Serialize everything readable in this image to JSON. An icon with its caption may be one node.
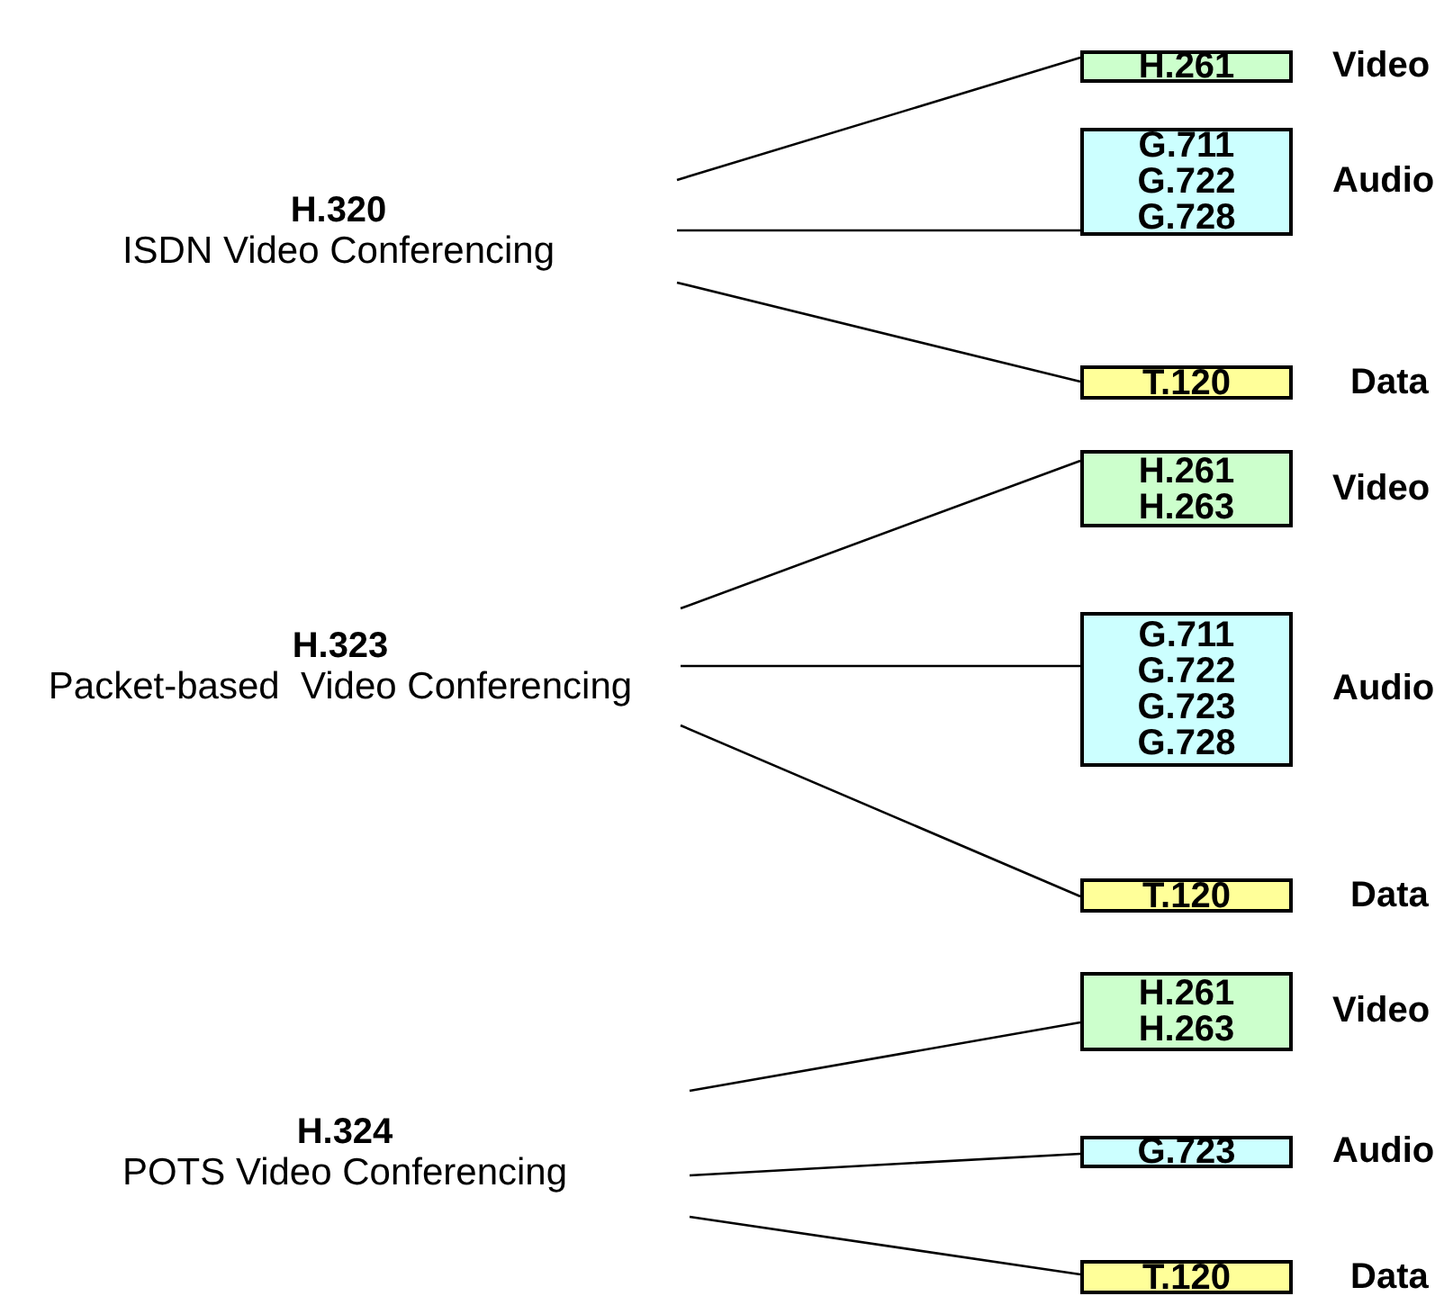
{
  "diagram": {
    "nodes": [
      {
        "text": [
          "H.320",
          "ISDN Video Conferencing"
        ]
      },
      {
        "text": [
          "H.261"
        ],
        "beside": [
          "Video"
        ]
      },
      {
        "text": [
          "G.711",
          "G.722",
          "G.728"
        ],
        "beside": [
          "Audio"
        ]
      },
      {
        "text": [
          "T.120"
        ],
        "beside": [
          "Data"
        ]
      },
      {
        "text": [
          "H.323",
          "Packet-based  Video Conferencing"
        ]
      },
      {
        "text": [
          "H.261",
          "H.263"
        ],
        "beside": [
          "Video"
        ]
      },
      {
        "text": [
          "G.711",
          "G.722",
          "G.723",
          "G.728"
        ],
        "beside": [
          "Audio"
        ]
      },
      {
        "text": [
          "T.120"
        ],
        "beside": [
          "Data"
        ]
      },
      {
        "text": [
          "H.324",
          "POTS Video Conferencing"
        ]
      },
      {
        "text": [
          "H.261",
          "H.263"
        ],
        "beside": [
          "Video"
        ]
      },
      {
        "text": [
          "G.723"
        ],
        "beside": [
          "Audio"
        ]
      },
      {
        "text": [
          "T.120"
        ],
        "beside": [
          "Data"
        ]
      }
    ],
    "edges": [
      {
        "from": 0,
        "to": 1,
        "arrow": "none"
      },
      {
        "from": 0,
        "to": 2,
        "arrow": "none"
      },
      {
        "from": 0,
        "to": 3,
        "arrow": "none"
      },
      {
        "from": 4,
        "to": 5,
        "arrow": "none"
      },
      {
        "from": 4,
        "to": 6,
        "arrow": "none"
      },
      {
        "from": 4,
        "to": 7,
        "arrow": "none"
      },
      {
        "from": 8,
        "to": 9,
        "arrow": "none"
      },
      {
        "from": 8,
        "to": 10,
        "arrow": "none"
      },
      {
        "from": 8,
        "to": 11,
        "arrow": "none"
      }
    ]
  }
}
